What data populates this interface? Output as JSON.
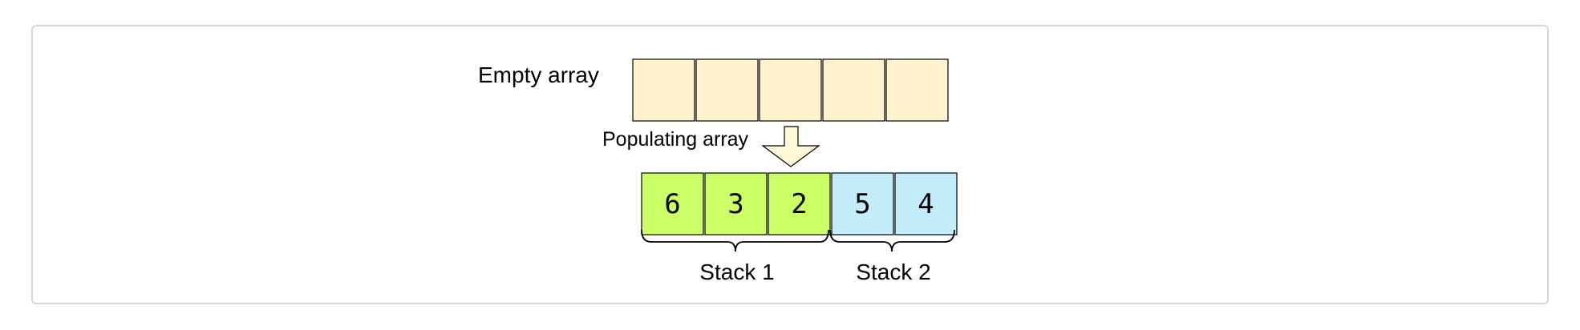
{
  "labels": {
    "empty_array": "Empty array",
    "populating": "Populating array",
    "stack1": "Stack 1",
    "stack2": "Stack 2"
  },
  "empty_cells": [
    "",
    "",
    "",
    "",
    ""
  ],
  "filled_cells": [
    {
      "value": "6",
      "stack": 1
    },
    {
      "value": "3",
      "stack": 1
    },
    {
      "value": "2",
      "stack": 1
    },
    {
      "value": "5",
      "stack": 2
    },
    {
      "value": "4",
      "stack": 2
    }
  ],
  "colors": {
    "empty_fill": "#fff2cc",
    "stack1_fill": "#ccff66",
    "stack2_fill": "#c4edfb",
    "arrow_fill": "#fff8d6",
    "stroke": "#000000"
  }
}
